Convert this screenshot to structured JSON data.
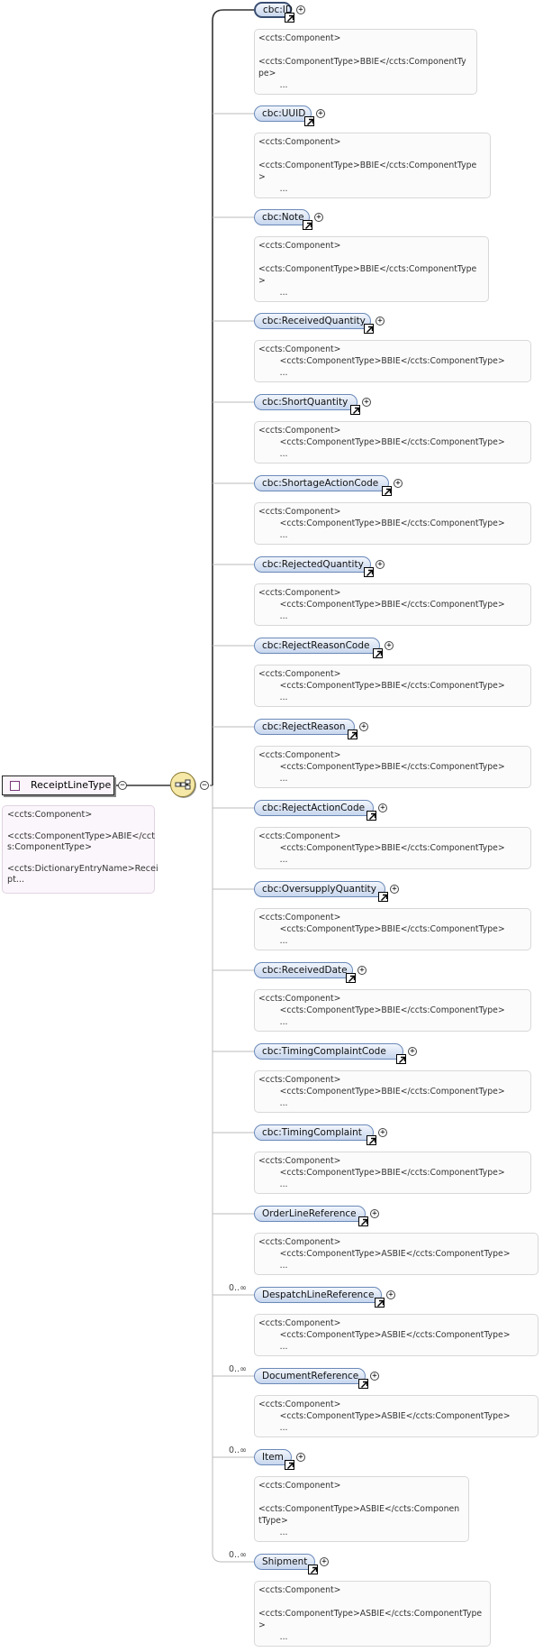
{
  "root": {
    "name": "ReceiptLineType",
    "annotation": [
      "<ccts:Component>",
      "",
      "<ccts:ComponentType>ABIE</cct",
      "s:ComponentType>",
      "",
      "<ccts:DictionaryEntryName>Recei",
      "pt..."
    ]
  },
  "elements": [
    {
      "name": "cbc:ID",
      "cardinality": "",
      "annotation": [
        "<ccts:Component>",
        "",
        "<ccts:ComponentType>BBIE</ccts:ComponentTy",
        "pe>",
        "        ..."
      ]
    },
    {
      "name": "cbc:UUID",
      "cardinality": "",
      "annotation": [
        "<ccts:Component>",
        "",
        "<ccts:ComponentType>BBIE</ccts:ComponentType",
        ">",
        "        ..."
      ]
    },
    {
      "name": "cbc:Note",
      "cardinality": "",
      "annotation": [
        "<ccts:Component>",
        "",
        "<ccts:ComponentType>BBIE</ccts:ComponentType",
        ">",
        "        ..."
      ]
    },
    {
      "name": "cbc:ReceivedQuantity",
      "cardinality": "",
      "annotation": [
        "<ccts:Component>",
        "        <ccts:ComponentType>BBIE</ccts:ComponentType>",
        "        ..."
      ]
    },
    {
      "name": "cbc:ShortQuantity",
      "cardinality": "",
      "annotation": [
        "<ccts:Component>",
        "        <ccts:ComponentType>BBIE</ccts:ComponentType>",
        "        ..."
      ]
    },
    {
      "name": "cbc:ShortageActionCode",
      "cardinality": "",
      "annotation": [
        "<ccts:Component>",
        "        <ccts:ComponentType>BBIE</ccts:ComponentType>",
        "        ..."
      ]
    },
    {
      "name": "cbc:RejectedQuantity",
      "cardinality": "",
      "annotation": [
        "<ccts:Component>",
        "        <ccts:ComponentType>BBIE</ccts:ComponentType>",
        "        ..."
      ]
    },
    {
      "name": "cbc:RejectReasonCode",
      "cardinality": "",
      "annotation": [
        "<ccts:Component>",
        "        <ccts:ComponentType>BBIE</ccts:ComponentType>",
        "        ..."
      ]
    },
    {
      "name": "cbc:RejectReason",
      "cardinality": "",
      "annotation": [
        "<ccts:Component>",
        "        <ccts:ComponentType>BBIE</ccts:ComponentType>",
        "        ..."
      ]
    },
    {
      "name": "cbc:RejectActionCode",
      "cardinality": "",
      "annotation": [
        "<ccts:Component>",
        "        <ccts:ComponentType>BBIE</ccts:ComponentType>",
        "        ..."
      ]
    },
    {
      "name": "cbc:OversupplyQuantity",
      "cardinality": "",
      "annotation": [
        "<ccts:Component>",
        "        <ccts:ComponentType>BBIE</ccts:ComponentType>",
        "        ..."
      ]
    },
    {
      "name": "cbc:ReceivedDate",
      "cardinality": "",
      "annotation": [
        "<ccts:Component>",
        "        <ccts:ComponentType>BBIE</ccts:ComponentType>",
        "        ..."
      ]
    },
    {
      "name": "cbc:TimingComplaintCode",
      "cardinality": "",
      "annotation": [
        "<ccts:Component>",
        "        <ccts:ComponentType>BBIE</ccts:ComponentType>",
        "        ..."
      ]
    },
    {
      "name": "cbc:TimingComplaint",
      "cardinality": "",
      "annotation": [
        "<ccts:Component>",
        "        <ccts:ComponentType>BBIE</ccts:ComponentType>",
        "        ..."
      ]
    },
    {
      "name": "OrderLineReference",
      "cardinality": "",
      "annotation": [
        "<ccts:Component>",
        "        <ccts:ComponentType>ASBIE</ccts:ComponentType>",
        "        ..."
      ]
    },
    {
      "name": "DespatchLineReference",
      "cardinality": "0..∞",
      "annotation": [
        "<ccts:Component>",
        "        <ccts:ComponentType>ASBIE</ccts:ComponentType>",
        "        ..."
      ]
    },
    {
      "name": "DocumentReference",
      "cardinality": "0..∞",
      "annotation": [
        "<ccts:Component>",
        "        <ccts:ComponentType>ASBIE</ccts:ComponentType>",
        "        ..."
      ]
    },
    {
      "name": "Item",
      "cardinality": "0..∞",
      "annotation": [
        "<ccts:Component>",
        "",
        "<ccts:ComponentType>ASBIE</ccts:Componen",
        "tType>",
        "        ..."
      ]
    },
    {
      "name": "Shipment",
      "cardinality": "0..∞",
      "annotation": [
        "<ccts:Component>",
        "",
        "<ccts:ComponentType>ASBIE</ccts:ComponentType",
        ">",
        "        ..."
      ]
    }
  ],
  "icons": {
    "expand": "+",
    "collapse": "−",
    "sequence": "sequence-compositor-icon",
    "reference": "reference-arrow-icon"
  }
}
